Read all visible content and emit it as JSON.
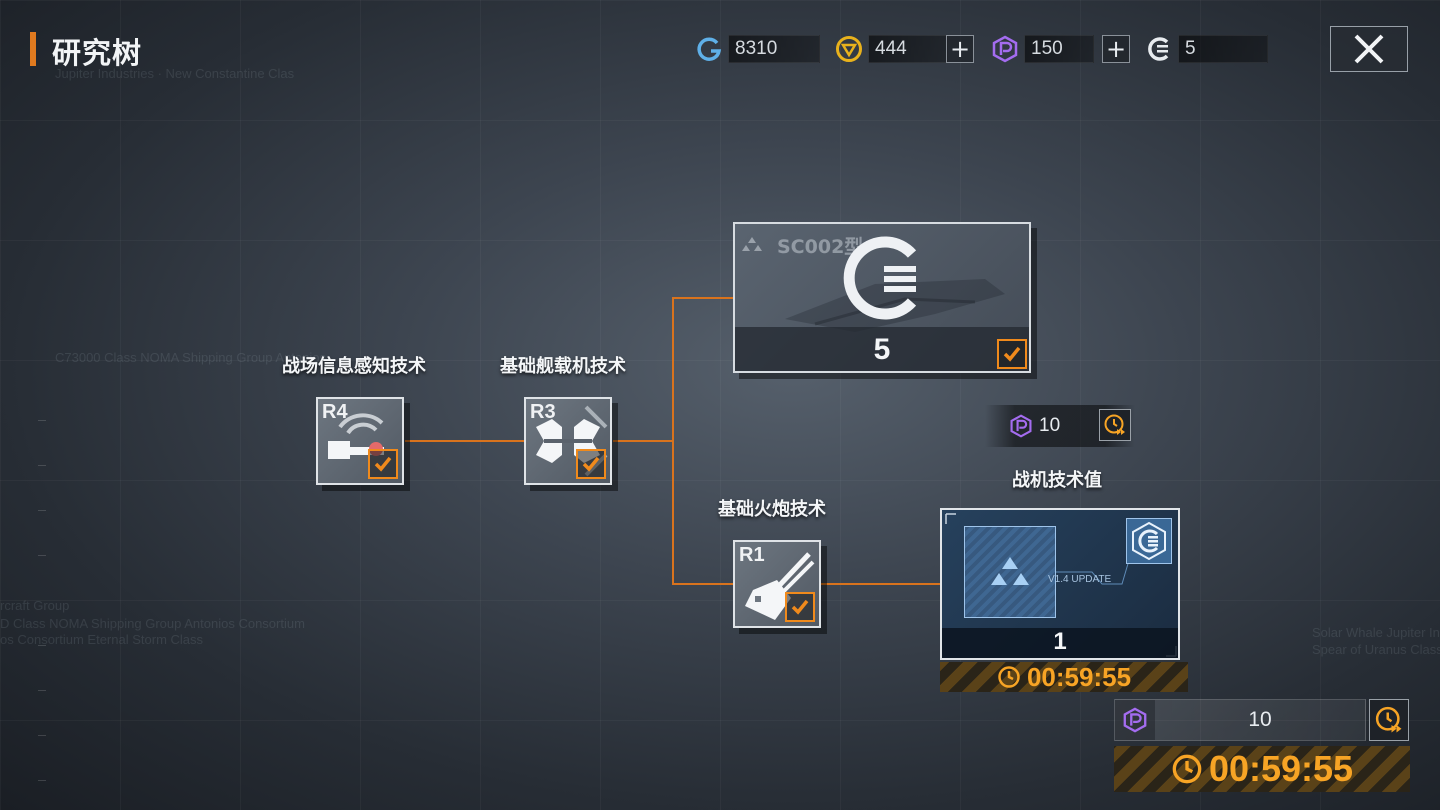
{
  "title": "研究树",
  "resources": [
    {
      "icon": "g-currency-icon",
      "value": "8310"
    },
    {
      "icon": "gold-coin-icon",
      "value": "444",
      "addable": true
    },
    {
      "icon": "purple-p-icon",
      "value": "150",
      "addable": true
    },
    {
      "icon": "tech-point-icon",
      "value": "5"
    }
  ],
  "nodes": {
    "battlefield": {
      "label": "战场信息感知技术",
      "rank": "R4",
      "completed": true
    },
    "carrier": {
      "label": "基础舰载机技术",
      "rank": "R3",
      "completed": true
    },
    "artillery": {
      "label": "基础火炮技术",
      "rank": "R1",
      "completed": true
    }
  },
  "sc_card": {
    "name": "SC002型",
    "count": "5",
    "completed": true
  },
  "fighter": {
    "cost": "10",
    "label": "战机技术值",
    "count": "1",
    "version": "V1.4 UPDATE",
    "timer": "00:59:55"
  },
  "bottom": {
    "cost": "10",
    "timer": "00:59:55"
  },
  "colors": {
    "accent": "#e07a1f",
    "timer": "#f7a425",
    "purple": "#a46cf0"
  }
}
